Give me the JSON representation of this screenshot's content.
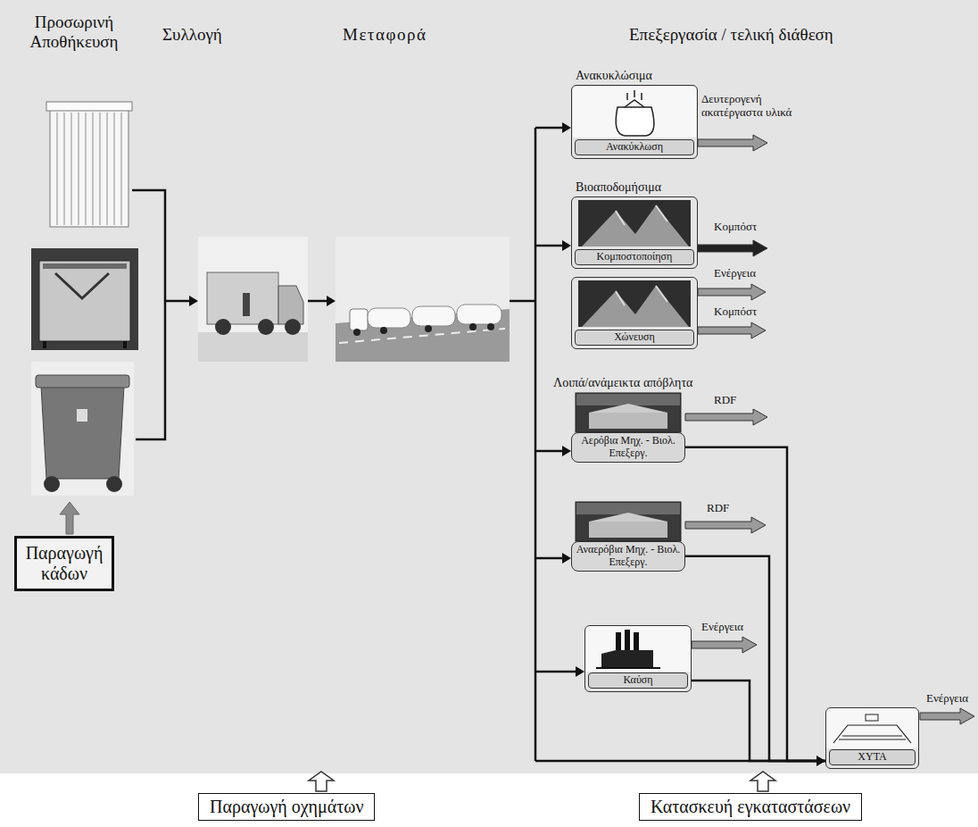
{
  "diagram": {
    "nodes": [
      {
        "text": [
          "Παραγωγή κάδων"
        ]
      },
      {
        "text": [
          "Ανακυκλώσιμα",
          "Ανακύκλωση"
        ]
      },
      {
        "text": [
          "Βιοαποδομήσιμα",
          "Κομποστοποίηση"
        ]
      },
      {
        "text": [
          "Χώνευση"
        ]
      },
      {
        "text": [
          "Λοιπά/ανάμεικτα απόβλητα",
          "Αερόβια Μηχ. - Βιολ. Επεξεργ."
        ]
      },
      {
        "text": [
          "Αναερόβια Μηχ. - Βιολ. Επεξεργ."
        ]
      },
      {
        "text": [
          "Καύση"
        ]
      },
      {
        "text": [
          "ΧΥΤΑ"
        ]
      },
      {
        "text": [
          "Παραγωγή οχημάτων"
        ]
      },
      {
        "text": [
          "Κατασκευή εγκαταστάσεων"
        ]
      }
    ],
    "edges": [
      {
        "from": 4,
        "to": 7,
        "arrow": "to"
      },
      {
        "from": 5,
        "to": 7,
        "arrow": "to"
      },
      {
        "from": 6,
        "to": 7,
        "arrow": "to"
      }
    ],
    "labels": [
      "Προσωρινή Αποθήκευση",
      "Συλλογή",
      "Μεταφορά",
      "Επεξεργασία / τελική διάθεση",
      "Δευτερογενή ακατέργαστα υλικά",
      "Κομπόστ",
      "Ενέργεια",
      "Κομπόστ",
      "RDF",
      "RDF",
      "Ενέργεια",
      "Ενέργεια"
    ]
  }
}
